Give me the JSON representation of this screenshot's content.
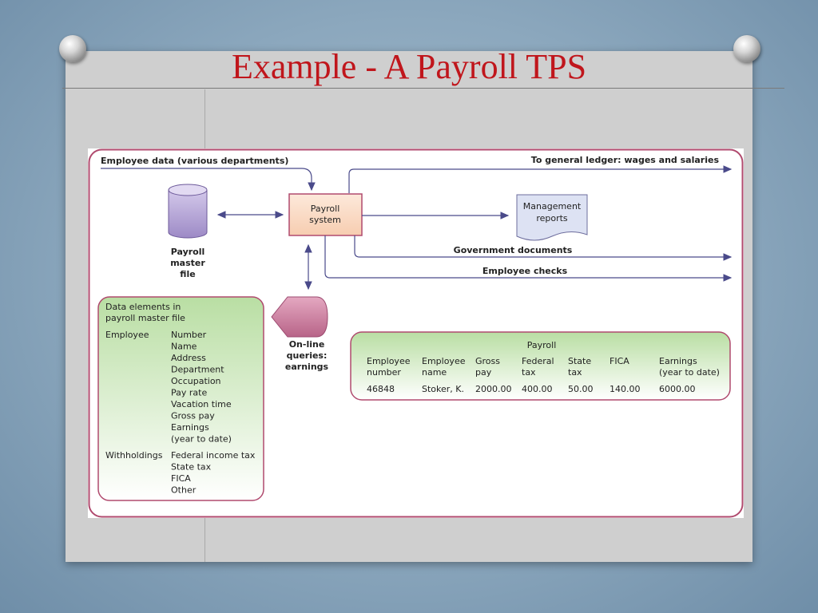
{
  "slide": {
    "title": "Example - A Payroll TPS"
  },
  "diagram": {
    "flows": {
      "employee_data": "Employee data (various departments)",
      "general_ledger": "To general ledger: wages and salaries",
      "government_documents": "Government documents",
      "employee_checks": "Employee checks"
    },
    "payroll_system": [
      "Payroll",
      "system"
    ],
    "master_file": [
      "Payroll",
      "master",
      "file"
    ],
    "management_reports": [
      "Management",
      "reports"
    ],
    "online_queries": [
      "On-line",
      "queries:",
      "earnings"
    ],
    "data_elements": {
      "heading": [
        "Data elements in",
        "payroll master file"
      ],
      "employee_label": "Employee",
      "employee_items": [
        "Number",
        "Name",
        "Address",
        "Department",
        "Occupation",
        "Pay rate",
        "Vacation time",
        "Gross pay",
        "Earnings",
        "(year to date)"
      ],
      "withholdings_label": "Withholdings",
      "withholdings_items": [
        "Federal income tax",
        "State tax",
        "FICA",
        "Other"
      ]
    },
    "payroll_record": {
      "title": "Payroll",
      "headers": [
        [
          "Employee",
          "number"
        ],
        [
          "Employee",
          "name"
        ],
        [
          "Gross",
          "pay"
        ],
        [
          "Federal",
          "tax"
        ],
        [
          "State",
          "tax"
        ],
        [
          "FICA",
          ""
        ],
        [
          "Earnings",
          "(year to date)"
        ]
      ],
      "row": [
        "46848",
        "Stoker, K.",
        "2000.00",
        "400.00",
        "50.00",
        "140.00",
        "6000.00"
      ]
    },
    "colors": {
      "title": "#c0161c",
      "border": "#b04a6e",
      "arrow": "#5a5a9a",
      "payroll_box": "#fbe2cf",
      "green_box": "#cfe8bf",
      "cylinder": "#b3a2d4",
      "query_shape": "#c77d9e"
    }
  }
}
